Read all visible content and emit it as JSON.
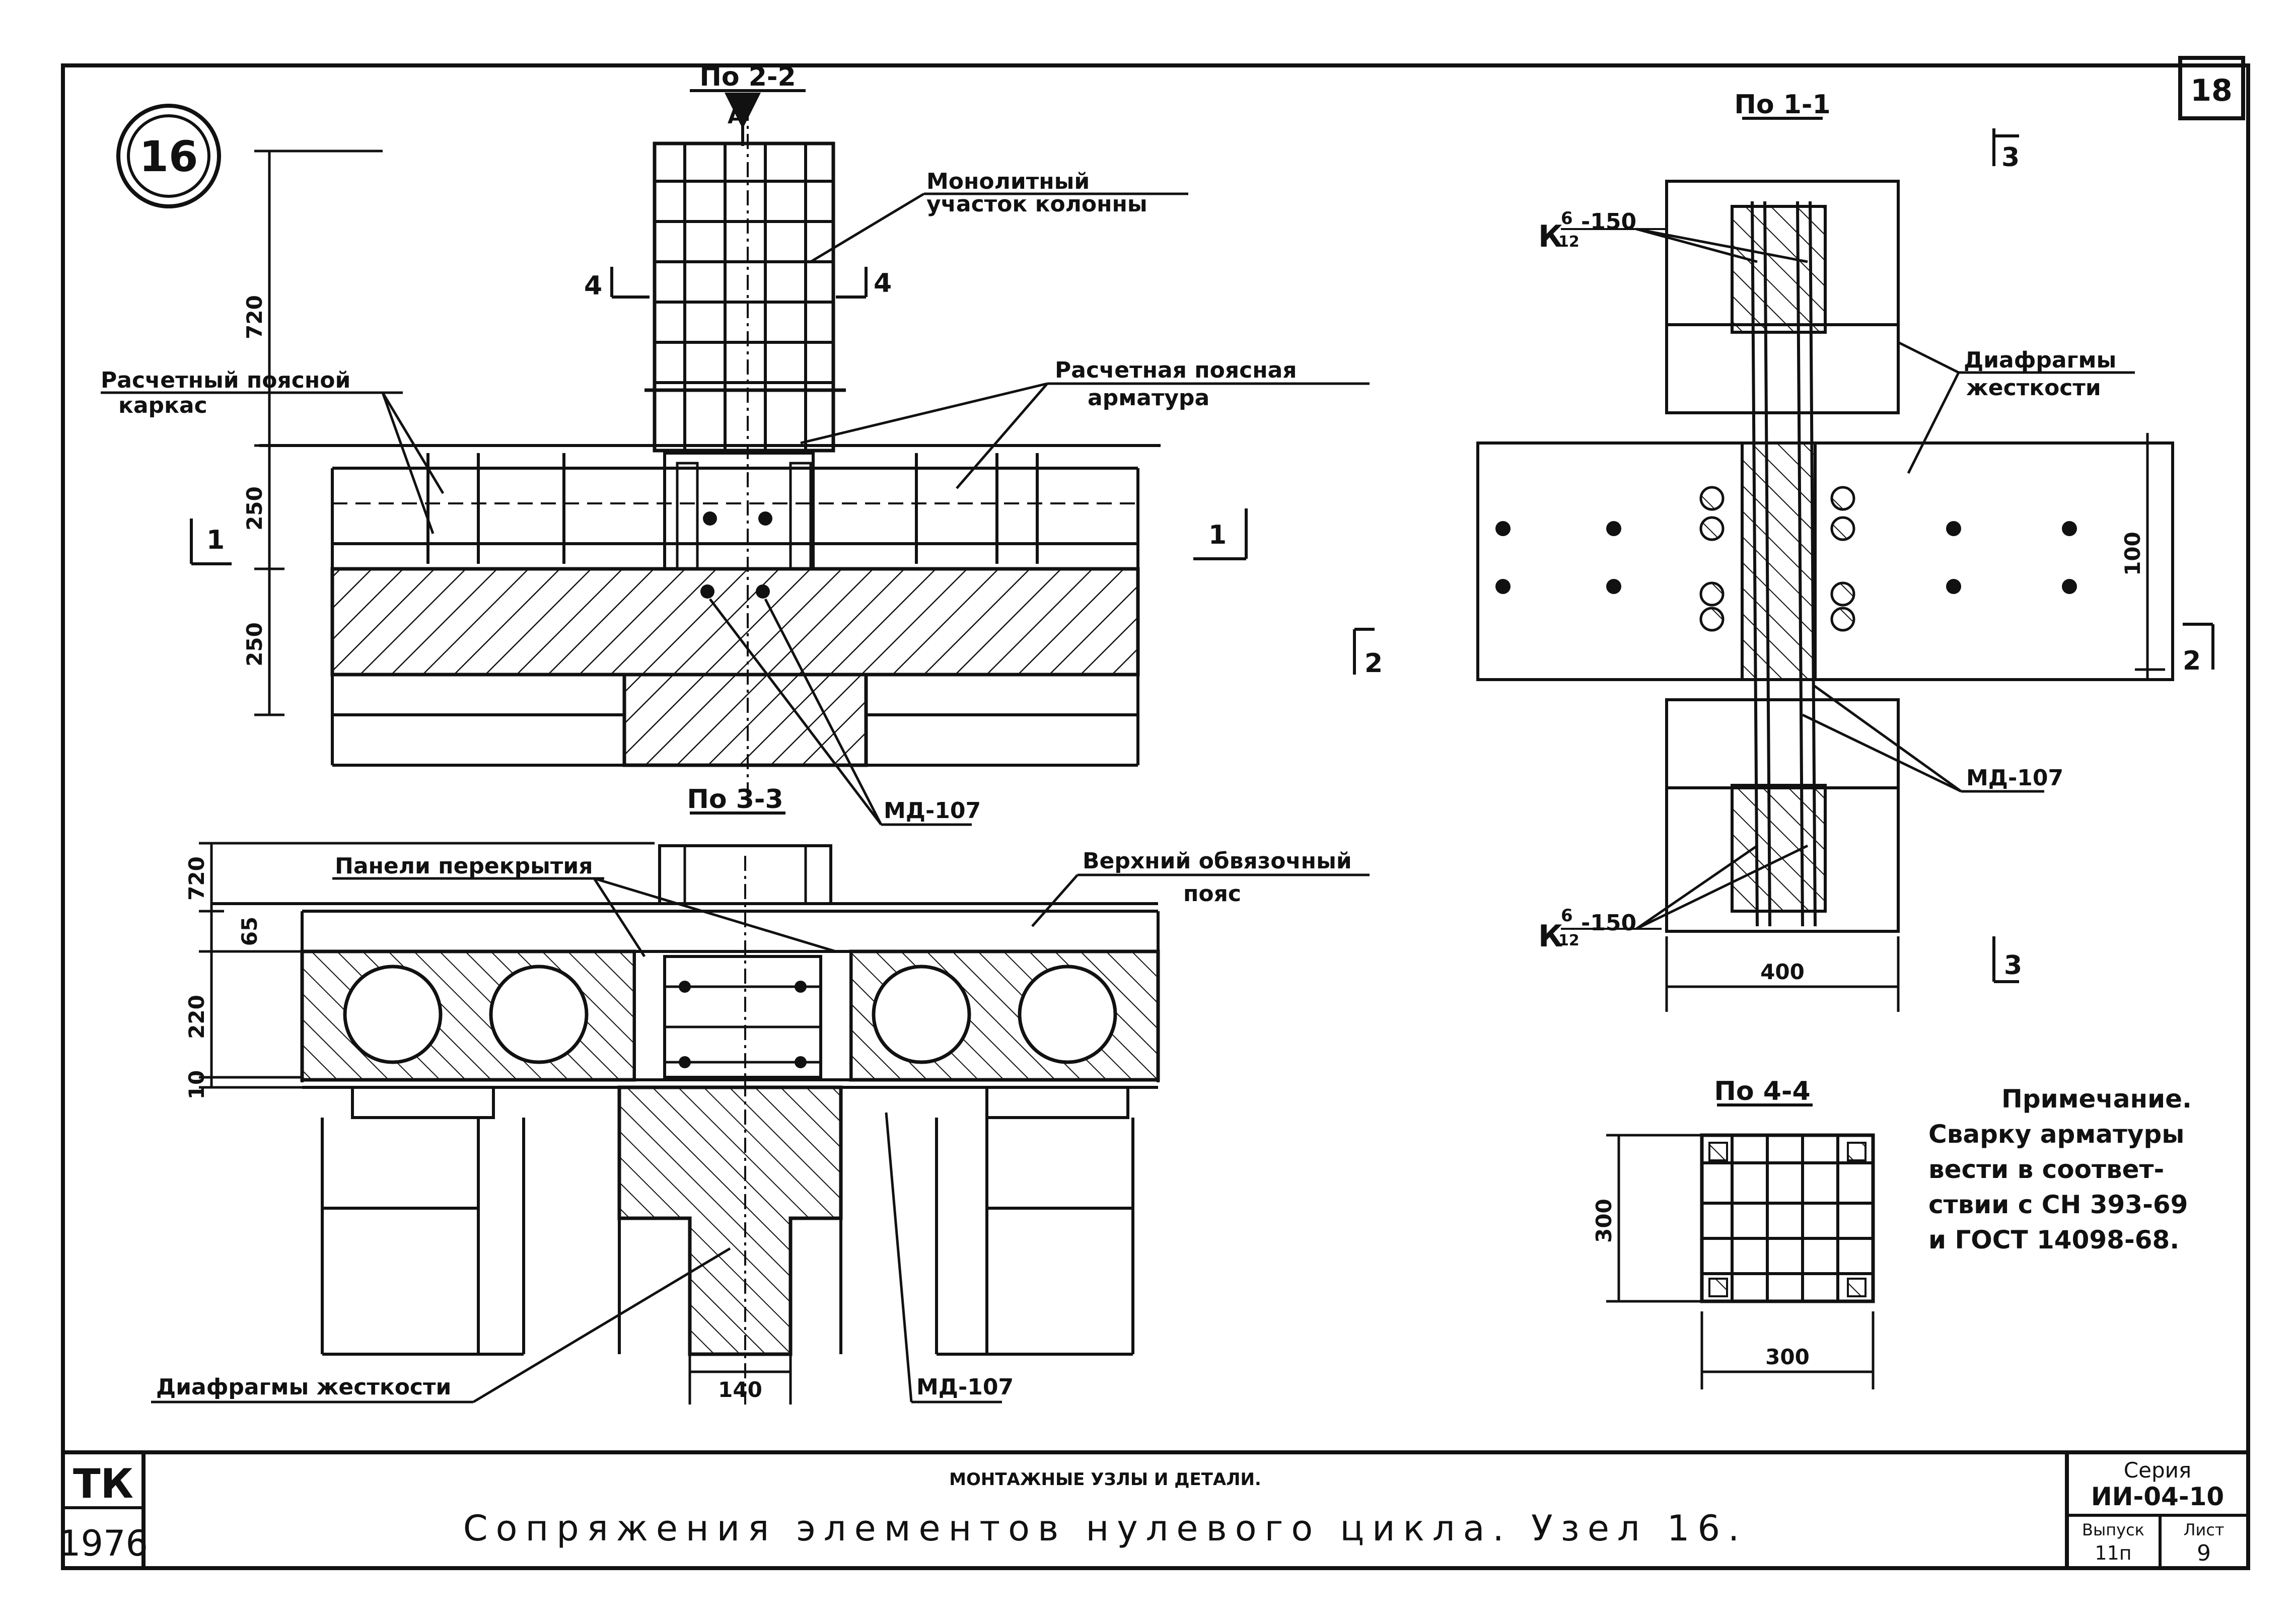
{
  "sheet_number": "18",
  "node_number": "16",
  "sections": {
    "s22": "По 2-2",
    "s11": "По 1-1",
    "s33": "По 3-3",
    "s44": "По 4-4"
  },
  "labels": {
    "monolith_l1": "Монолитный",
    "monolith_l2": "участок колонны",
    "calc_frame_l1": "Расчетный поясной",
    "calc_frame_l2": "каркас",
    "calc_rebar_l1": "Расчетная поясная",
    "calc_rebar_l2": "арматура",
    "md107_a": "МД-107",
    "md107_b": "МД-107",
    "md107_c": "МД-107",
    "diaphragm_right_l1": "Диафрагмы",
    "diaphragm_right_l2": "жесткости",
    "panels": "Панели перекрытия",
    "upper_belt_l1": "Верхний обвязочный",
    "upper_belt_l2": "пояс",
    "diaphragm_bottom": "Диафрагмы жесткости",
    "k_top_main": "К",
    "k_top_num": "6",
    "k_top_den": "12",
    "k_top_tail": "-150",
    "k_bot_main": "К",
    "k_bot_num": "6",
    "k_bot_den": "12",
    "k_bot_tail": "-150"
  },
  "cut_marks": {
    "A": "А",
    "c4": "4",
    "c1": "1",
    "c2": "2",
    "c3": "3"
  },
  "dims": {
    "d720a": "720",
    "d250a": "250",
    "d250b": "250",
    "d720b": "720",
    "d65": "65",
    "d220": "220",
    "d10": "10",
    "d140": "140",
    "d100": "100",
    "d400": "400",
    "d300v": "300",
    "d300h": "300"
  },
  "note": {
    "l1": "Примечание.",
    "l2": "Сварку арматуры",
    "l3": "вести в соответ-",
    "l4": "ствии с СН 393-69",
    "l5": "и ГОСТ 14098-68."
  },
  "title_block": {
    "org": "ТК",
    "year": "1976",
    "subtitle": "МОНТАЖНЫЕ УЗЛЫ И ДЕТАЛИ.",
    "title": "Сопряжения элементов нулевого цикла. Узел 16.",
    "series_label": "Серия",
    "series_value": "ИИ-04-10",
    "issue_label": "Выпуск",
    "issue_value": "11п",
    "sheet_label": "Лист",
    "sheet_value": "9"
  }
}
